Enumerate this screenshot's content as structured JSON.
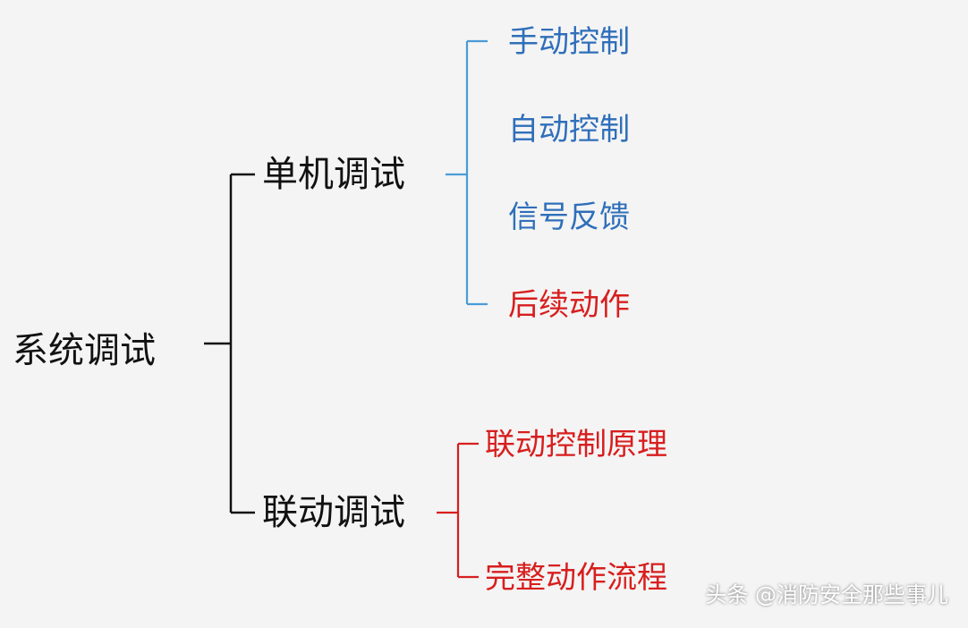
{
  "diagram": {
    "root": "系统调试",
    "branches": [
      {
        "label": "单机调试",
        "children": [
          {
            "label": "手动控制",
            "color": "#2f6fba"
          },
          {
            "label": "自动控制",
            "color": "#2f6fba"
          },
          {
            "label": "信号反馈",
            "color": "#2f6fba"
          },
          {
            "label": "后续动作",
            "color": "#d81e1e"
          }
        ],
        "bracket_color": "#4a9bd6"
      },
      {
        "label": "联动调试",
        "children": [
          {
            "label": "联动控制原理",
            "color": "#d81e1e"
          },
          {
            "label": "完整动作流程",
            "color": "#d81e1e"
          }
        ],
        "bracket_color": "#d81e1e"
      }
    ]
  },
  "footer": {
    "attribution": "头条 @消防安全那些事儿"
  }
}
